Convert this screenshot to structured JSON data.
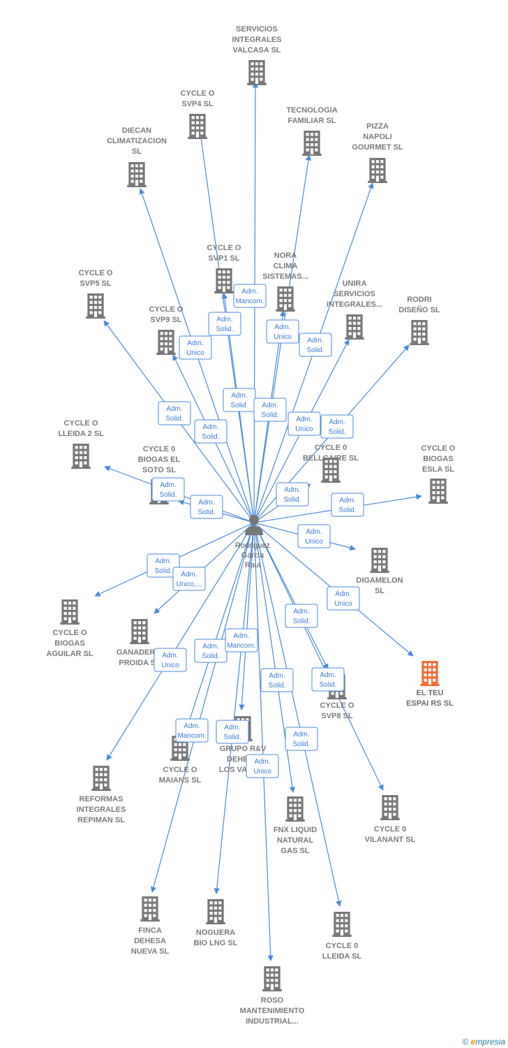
{
  "center": {
    "name_lines": [
      "Rodriguez",
      "Garcia",
      "Raul"
    ]
  },
  "colors": {
    "edge": "#4a8ad8",
    "building": "#777777",
    "highlight": "#f26b3a",
    "label": "#7a7a7a"
  },
  "nodes": [
    {
      "id": "valcasa",
      "lines": [
        "SERVICIOS",
        "INTEGRALES",
        "VALCASA SL"
      ]
    },
    {
      "id": "svp4",
      "lines": [
        "CYCLE O",
        "SVP4  SL"
      ]
    },
    {
      "id": "tecnologia",
      "lines": [
        "TECNOLOGIA",
        "FAMILIAR  SL"
      ]
    },
    {
      "id": "pizza",
      "lines": [
        "PIZZA",
        "NAPOLI",
        "GOURMET SL"
      ]
    },
    {
      "id": "diecan",
      "lines": [
        "DIECAN",
        "CLIMATIZACION",
        "SL"
      ]
    },
    {
      "id": "svp1",
      "lines": [
        "CYCLE O",
        "SVP1  SL"
      ]
    },
    {
      "id": "nora",
      "lines": [
        "NORA",
        "CLIMA",
        "SISTEMAS..."
      ]
    },
    {
      "id": "unira",
      "lines": [
        "UNIRA",
        "SERVICIOS",
        "INTEGRALES..."
      ]
    },
    {
      "id": "rodri",
      "lines": [
        "RODRI",
        "DISEÑO  SL"
      ]
    },
    {
      "id": "svp5",
      "lines": [
        "CYCLE O",
        "SVP5  SL"
      ]
    },
    {
      "id": "svp9",
      "lines": [
        "CYCLE O",
        "SVP9  SL"
      ]
    },
    {
      "id": "lleida2",
      "lines": [
        "CYCLE O",
        "LLEIDA 2  SL"
      ]
    },
    {
      "id": "biogas_soto",
      "lines": [
        "CYCLE 0",
        "BIOGAS EL",
        "SOTO  SL"
      ]
    },
    {
      "id": "bellcaire",
      "lines": [
        "CYCLE 0",
        "BELLCAIRE  SL"
      ]
    },
    {
      "id": "esla",
      "lines": [
        "CYCLE O",
        "BIOGAS",
        "ESLA  SL"
      ]
    },
    {
      "id": "digamelon",
      "lines": [
        "DIGAMELON",
        "SL"
      ]
    },
    {
      "id": "aguilar",
      "lines": [
        "CYCLE O",
        "BIOGAS",
        "AGUILAR  SL"
      ]
    },
    {
      "id": "ganaderia",
      "lines": [
        "GANADERIA",
        "PROIDA  SL"
      ]
    },
    {
      "id": "elteu",
      "lines": [
        "EL TEU",
        "ESPAI RS  SL"
      ]
    },
    {
      "id": "svp8",
      "lines": [
        "CYCLE O",
        "SVP8  SL"
      ]
    },
    {
      "id": "grupo",
      "lines": [
        "GRUPO R&V",
        "DEHESA",
        "LOS VALLES"
      ]
    },
    {
      "id": "maians",
      "lines": [
        "CYCLE O",
        "MAIANS  SL"
      ]
    },
    {
      "id": "repiman",
      "lines": [
        "REFORMAS",
        "INTEGRALES",
        "REPIMAN  SL"
      ]
    },
    {
      "id": "vilanant",
      "lines": [
        "CYCLE 0",
        "VILANANT  SL"
      ]
    },
    {
      "id": "fnx",
      "lines": [
        "FNX LIQUID",
        "NATURAL",
        "GAS  SL"
      ]
    },
    {
      "id": "finca",
      "lines": [
        "FINCA",
        "DEHESA",
        "NUEVA SL"
      ]
    },
    {
      "id": "noguera",
      "lines": [
        "NOGUERA",
        "BIO LNG  SL"
      ]
    },
    {
      "id": "lleida",
      "lines": [
        "CYCLE 0",
        "LLEIDA  SL"
      ]
    },
    {
      "id": "roso",
      "lines": [
        "ROSO",
        "MANTENIMIENTO",
        "INDUSTRIAL..."
      ]
    }
  ],
  "edge_labels": [
    {
      "lines": [
        "Adm.",
        "Mancom."
      ]
    },
    {
      "lines": [
        "Adm.",
        "Solid."
      ]
    },
    {
      "lines": [
        "Adm.",
        "Unico"
      ]
    },
    {
      "lines": [
        "Adm.",
        "Unico"
      ]
    },
    {
      "lines": [
        "Adm.",
        "Solid."
      ]
    },
    {
      "lines": [
        "Adm.",
        "Solid."
      ]
    },
    {
      "lines": [
        "Adm.",
        "Solid."
      ]
    },
    {
      "lines": [
        "Adm.",
        "Solid."
      ]
    },
    {
      "lines": [
        "Adm.",
        "Solid."
      ]
    },
    {
      "lines": [
        "Adm.",
        "Unico"
      ]
    },
    {
      "lines": [
        "Adm.",
        "Solid."
      ]
    },
    {
      "lines": [
        "Adm.",
        "Solid."
      ]
    },
    {
      "lines": [
        "Adm.",
        "Solid."
      ]
    },
    {
      "lines": [
        "Adm.",
        "Solid."
      ]
    },
    {
      "lines": [
        "Adm.",
        "Solid."
      ]
    },
    {
      "lines": [
        "Adm.",
        "Unico"
      ]
    },
    {
      "lines": [
        "Adm.",
        "Solid."
      ]
    },
    {
      "lines": [
        "Adm.",
        "Unico,..."
      ]
    },
    {
      "lines": [
        "Adm.",
        "Unico"
      ]
    },
    {
      "lines": [
        "Adm.",
        "Solid."
      ]
    },
    {
      "lines": [
        "Adm.",
        "Solid."
      ]
    },
    {
      "lines": [
        "Adm.",
        "Mancom."
      ]
    },
    {
      "lines": [
        "Adm.",
        "Unico"
      ]
    },
    {
      "lines": [
        "Adm.",
        "Solid."
      ]
    },
    {
      "lines": [
        "Adm.",
        "Solid."
      ]
    },
    {
      "lines": [
        "Adm.",
        "Mancom."
      ]
    },
    {
      "lines": [
        "Adm.",
        "Solid."
      ]
    },
    {
      "lines": [
        "Adm.",
        "Unico"
      ]
    },
    {
      "lines": [
        "Adm.",
        "Solid."
      ]
    }
  ],
  "footer": {
    "copyright": "©",
    "brand_first": "e",
    "brand_rest": "mpresia"
  }
}
